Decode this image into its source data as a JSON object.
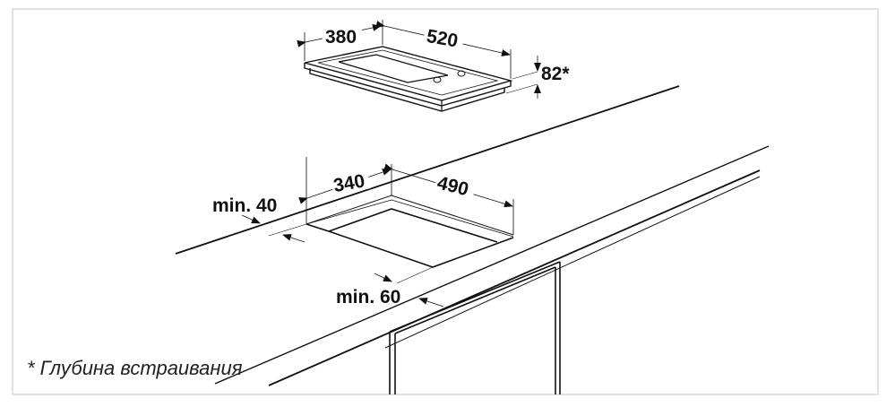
{
  "hob": {
    "width_label": "380",
    "length_label": "520",
    "depth_label": "82*"
  },
  "cutout": {
    "width_label": "340",
    "length_label": "490",
    "min_back_label": "min. 40",
    "min_front_label": "min. 60"
  },
  "footnote": "* Глубина встраивания",
  "colors": {
    "line": "#111111",
    "frame": "#d8d8d8"
  }
}
